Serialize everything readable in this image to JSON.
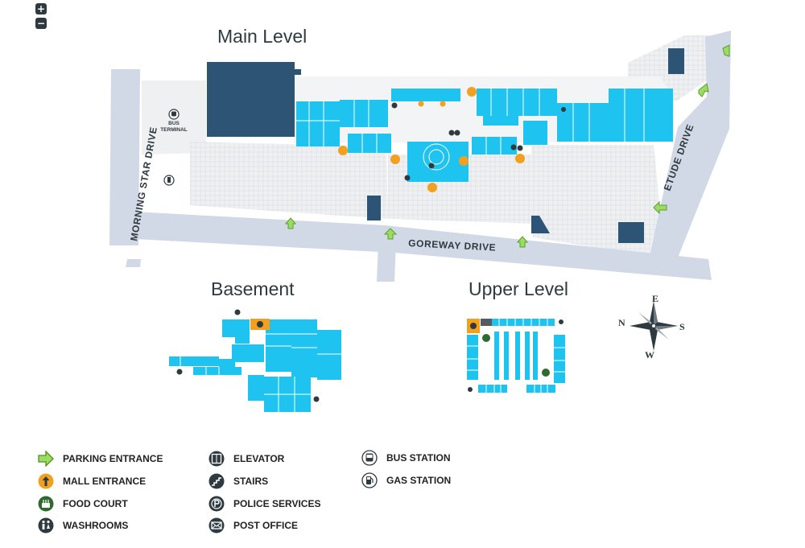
{
  "controls": {
    "zoom_in": "+",
    "zoom_out": "−"
  },
  "map": {
    "levels": {
      "main": "Main Level",
      "basement": "Basement",
      "upper": "Upper Level"
    },
    "roads": {
      "morning_star": "MORNING STAR DRIVE",
      "goreway": "GOREWAY DRIVE",
      "etude": "ETUDE DRIVE"
    },
    "bus_terminal": [
      "BUS",
      "TERMINAL"
    ],
    "compass": {
      "n": "N",
      "e": "E",
      "s": "S",
      "w": "W"
    }
  },
  "legend": {
    "parking_entrance": "PARKING ENTRANCE",
    "mall_entrance": "MALL ENTRANCE",
    "food_court": "FOOD COURT",
    "washrooms": "WASHROOMS",
    "elevator": "ELEVATOR",
    "stairs": "STAIRS",
    "police_services": "POLICE SERVICES",
    "post_office": "POST OFFICE",
    "bus_station": "BUS STATION",
    "gas_station": "GAS STATION"
  },
  "colors": {
    "store": "#1ec3f0",
    "anchor": "#2d5474",
    "road": "#d1d8e6",
    "parking_lot": "#eef0f2",
    "mall_entrance": "#f2a11f",
    "parking_entrance": "#9bdc62",
    "food_court": "#2f6a2f",
    "icon_dark": "#2f3a40"
  }
}
